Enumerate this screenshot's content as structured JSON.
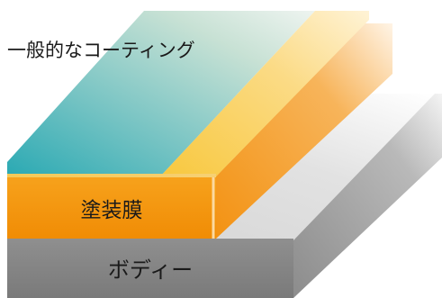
{
  "diagram": {
    "labels": {
      "coating": "一般的なコーティング",
      "paint_film": "塗装膜",
      "body": "ボディー"
    },
    "colors": {
      "coating_teal": "#3fb1b8",
      "coating_yellow": "#f7cf55",
      "paint_orange": "#f2920c",
      "body_gray": "#8a8a8a"
    }
  }
}
